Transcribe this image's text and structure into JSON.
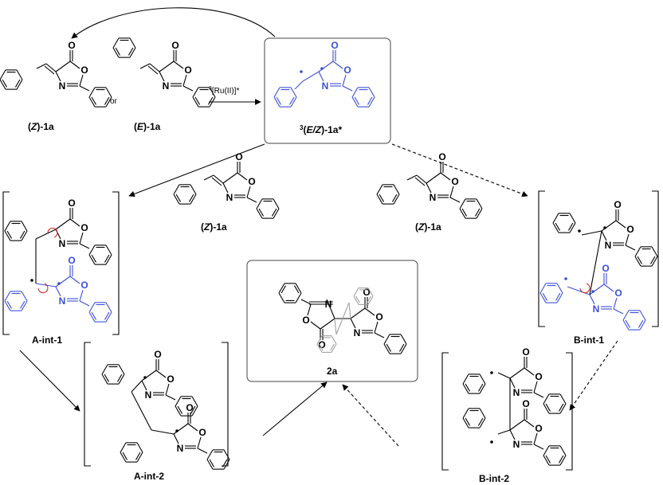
{
  "reagent": "[Ru(II)]*",
  "reagent_sup": "3",
  "or_text": "or",
  "atoms": {
    "O": "O",
    "N": "N"
  },
  "labels": {
    "z1a": [
      "(",
      "Z",
      ")-1a"
    ],
    "e1a": [
      "(",
      "E",
      ")-1a"
    ],
    "excited": [
      "(",
      "E/Z",
      ")-1a*"
    ],
    "excited_sup": "3",
    "aint1": "A-int-1",
    "aint2": "A-int-2",
    "bint1": "B-int-1",
    "bint2": "B-int-2",
    "product": "2a"
  },
  "colors": {
    "black": "#000000",
    "blue": "#3a4fd8",
    "red": "#d42020",
    "gray": "#a0a0a0",
    "box": "#444444"
  }
}
